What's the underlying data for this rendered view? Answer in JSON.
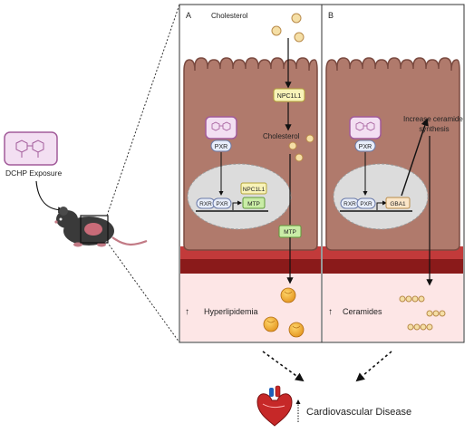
{
  "exposure": {
    "label": "DCHP Exposure"
  },
  "panel_a": {
    "letter": "A",
    "cholesterol_top": "Cholesterol",
    "cholesterol_mid": "Cholesterol",
    "npc1l1_membrane": "NPC1L1",
    "pxr_cyto": "PXR",
    "rxr": "RXR",
    "pxr_nuc": "PXR",
    "npc1l1_gene": "NPC1L1",
    "mtp_gene": "MTP",
    "mtp_basal": "MTP",
    "outcome": "Hyperlipidemia",
    "outcome_arrow": "↑"
  },
  "panel_b": {
    "letter": "B",
    "increase_label": "Increase ceramide\nsynthesis",
    "pxr_cyto": "PXR",
    "rxr": "RXR",
    "pxr_nuc": "PXR",
    "gba1_gene": "GBA1",
    "outcome": "Ceramides",
    "outcome_arrow": "↑"
  },
  "disease": {
    "label": "Cardiovascular Disease",
    "arrow": "↑"
  },
  "colors": {
    "cell_fill": "#b07a6c",
    "cell_stroke": "#7a4a40",
    "nucleus_fill": "#dcdcdc",
    "blood_dark": "#8a1a1a",
    "blood_light": "#c23a3a",
    "lumen_fill": "#fde6e6",
    "chol_fill": "#f5dfa6",
    "chol_stroke": "#b98b4a",
    "npc_box": "#f8f3b8",
    "mtp_box": "#c9eca6",
    "gba1_box": "#fbe6c8",
    "chem_box": "#f3dff2",
    "chem_stroke": "#a25b9a"
  }
}
